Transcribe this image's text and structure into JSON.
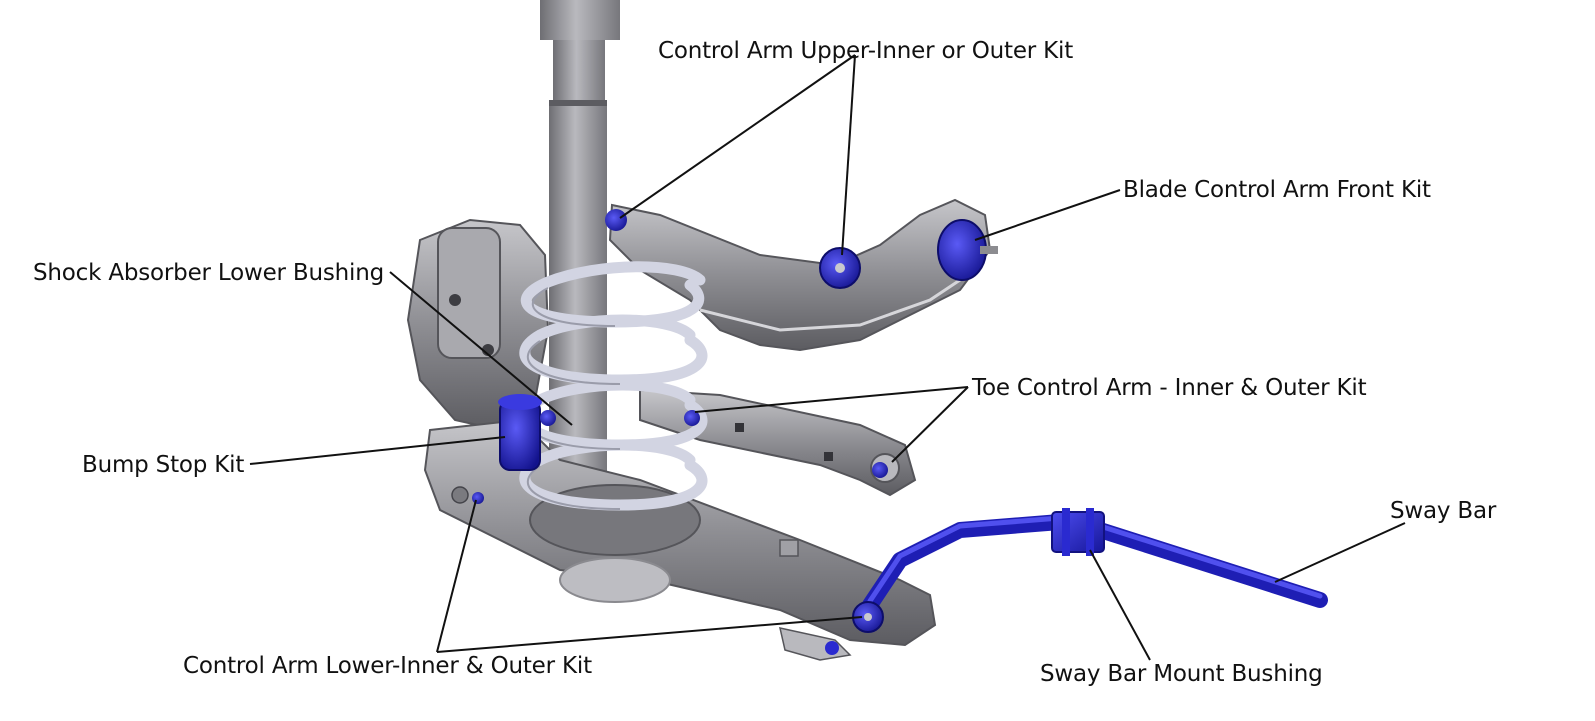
{
  "labels": {
    "control_arm_upper": "Control Arm Upper-Inner or Outer Kit",
    "blade_control_arm": "Blade Control Arm Front Kit",
    "shock_absorber_lower": "Shock Absorber Lower Bushing",
    "toe_control_arm": "Toe Control Arm - Inner & Outer Kit",
    "bump_stop": "Bump Stop Kit",
    "sway_bar": "Sway Bar",
    "control_arm_lower": "Control Arm Lower-Inner & Outer Kit",
    "sway_bar_mount": "Sway Bar Mount Bushing"
  },
  "colors": {
    "metal": "#8c8c90",
    "metal_dark": "#5e5e63",
    "metal_light": "#c4c4c8",
    "spring": "#d2d4e2",
    "bushing_blue": "#2323c8",
    "leader": "#111111"
  }
}
